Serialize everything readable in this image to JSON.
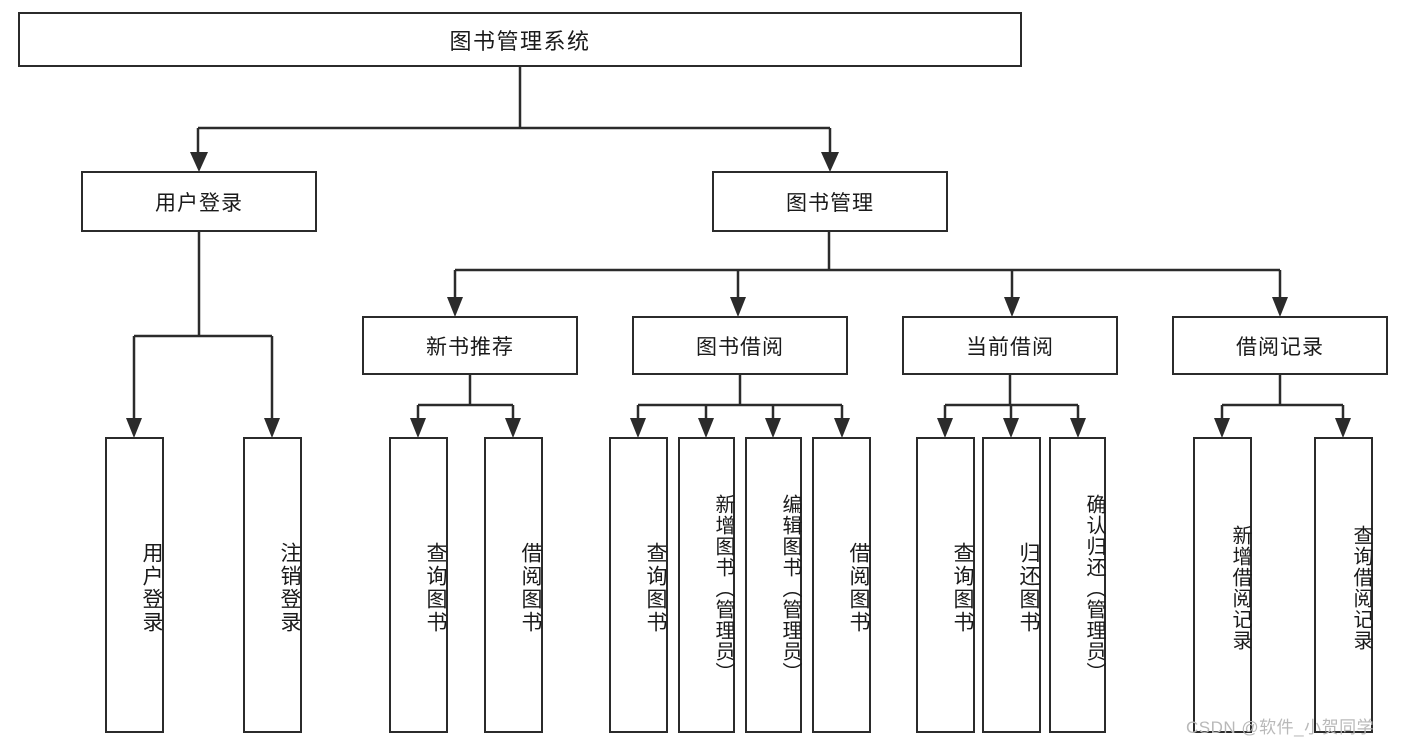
{
  "diagram": {
    "title": "图书管理系统",
    "type": "hierarchy-tree",
    "watermark": "CSDN @软件_小贺同学",
    "colors": {
      "stroke": "#2b2b2b",
      "fill": "#ffffff",
      "text": "#1a1a1a",
      "watermark": "#b9b9b9"
    },
    "nodes": {
      "root": {
        "label": "图书管理系统"
      },
      "level2": [
        {
          "id": "user-login",
          "label": "用户登录"
        },
        {
          "id": "book-manage",
          "label": "图书管理"
        }
      ],
      "level3": [
        {
          "id": "new-book-recommend",
          "label": "新书推荐"
        },
        {
          "id": "book-borrow",
          "label": "图书借阅"
        },
        {
          "id": "current-borrow",
          "label": "当前借阅"
        },
        {
          "id": "borrow-record",
          "label": "借阅记录"
        }
      ],
      "leaves": {
        "user-login": [
          {
            "id": "leaf-user-login",
            "label": "用户登录"
          },
          {
            "id": "leaf-logout",
            "label": "注销登录"
          }
        ],
        "new-book-recommend": [
          {
            "id": "leaf-query-book-1",
            "label": "查询图书"
          },
          {
            "id": "leaf-borrow-book-1",
            "label": "借阅图书"
          }
        ],
        "book-borrow": [
          {
            "id": "leaf-query-book-2",
            "label": "查询图书"
          },
          {
            "id": "leaf-add-book",
            "label": "新增图书（管理员）"
          },
          {
            "id": "leaf-edit-book",
            "label": "编辑图书（管理员）"
          },
          {
            "id": "leaf-borrow-book-2",
            "label": "借阅图书"
          }
        ],
        "current-borrow": [
          {
            "id": "leaf-query-book-3",
            "label": "查询图书"
          },
          {
            "id": "leaf-return-book",
            "label": "归还图书"
          },
          {
            "id": "leaf-confirm-return",
            "label": "确认归还（管理员）"
          }
        ],
        "borrow-record": [
          {
            "id": "leaf-add-record",
            "label": "新增借阅记录"
          },
          {
            "id": "leaf-query-record",
            "label": "查询借阅记录"
          }
        ]
      }
    }
  }
}
